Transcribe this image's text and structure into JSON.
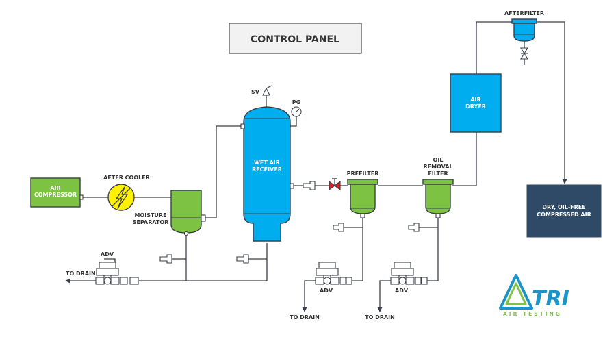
{
  "diagram": {
    "control_panel": "CONTROL PANEL",
    "air_compressor": [
      "AIR",
      "COMPRESSOR"
    ],
    "after_cooler": "AFTER COOLER",
    "moisture_separator": [
      "MOISTURE",
      "SEPARATOR"
    ],
    "wet_air_receiver": [
      "WET AIR",
      "RECEIVER"
    ],
    "sv": "SV",
    "pg": "PG",
    "prefilter": "PREFILTER",
    "oil_removal_filter": [
      "OIL",
      "REMOVAL",
      "FILTER"
    ],
    "air_dryer": [
      "AIR",
      "DRYER"
    ],
    "afterfilter": "AFTERFILTER",
    "dry_air": [
      "DRY, OIL-FREE",
      "COMPRESSED AIR"
    ],
    "adv": "ADV",
    "to_drain": "TO DRAIN"
  },
  "logo": {
    "text": "TRI",
    "tagline": "AIR TESTING"
  },
  "colors": {
    "green": "#7dc243",
    "blue": "#00aeef",
    "yellow": "#fff200",
    "navy": "#2f4a66",
    "red": "#e31e24",
    "logo_green": "#7dc243",
    "logo_blue": "#1d94c7"
  }
}
